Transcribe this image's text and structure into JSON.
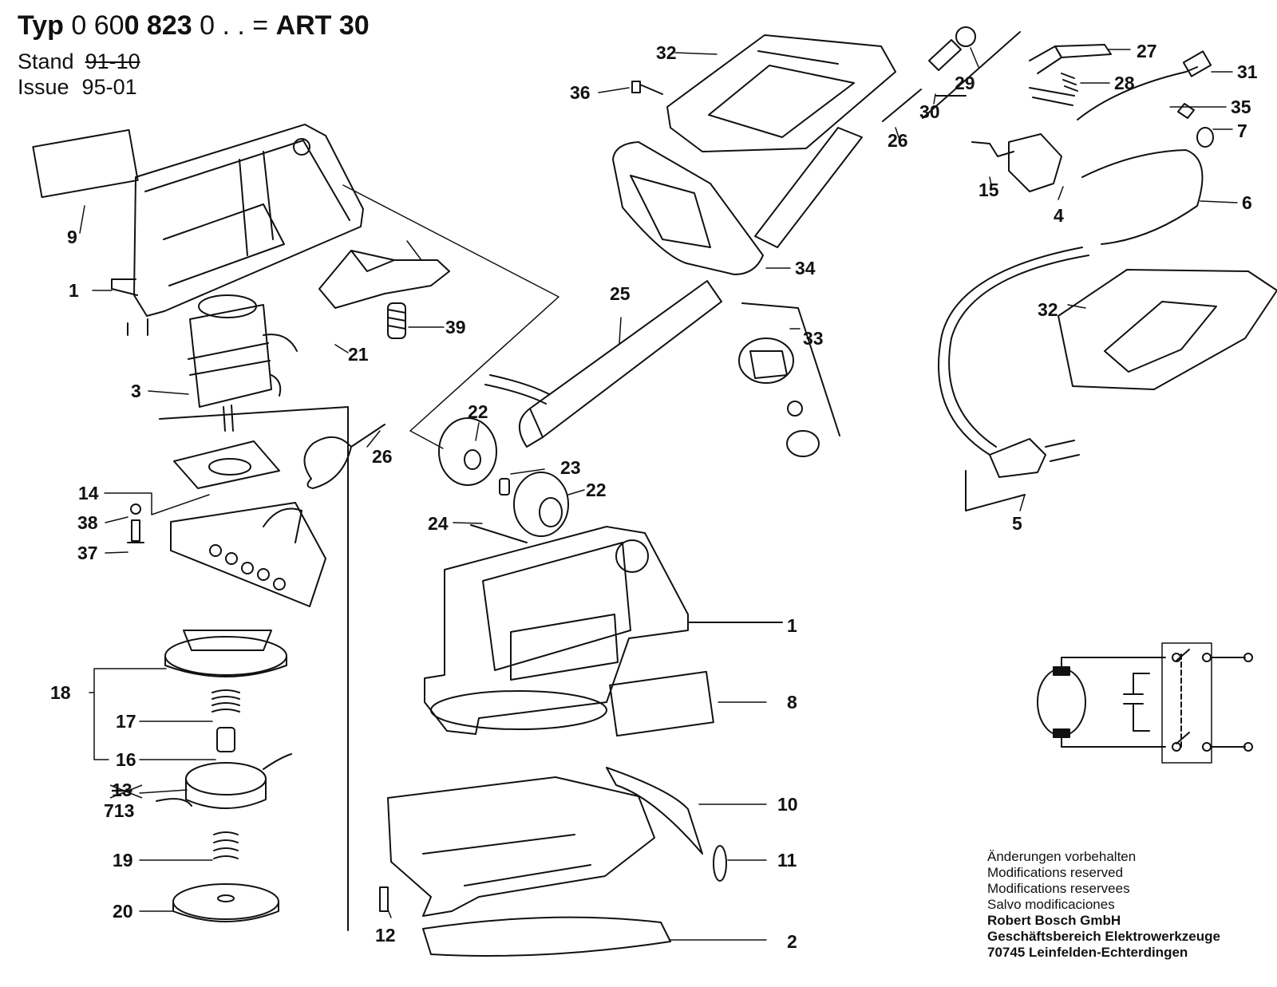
{
  "header": {
    "typ_label": "Typ",
    "typ_part1": "0 60",
    "typ_part2": "0 823",
    "typ_part3": "0 . . =",
    "model": "ART 30",
    "stand_label": "Stand",
    "stand_value": "91-10",
    "issue_label": "Issue",
    "issue_value": "95-01"
  },
  "notes": {
    "line1": "Änderungen vorbehalten",
    "line2": "Modifications reserved",
    "line3": "Modifications reservees",
    "line4": "Salvo modificaciones",
    "company1": "Robert Bosch GmbH",
    "company2": "Geschäftsbereich Elektrowerkzeuge",
    "company3": "70745 Leinfelden-Echterdingen"
  },
  "callouts": {
    "c1a": "1",
    "c1b": "1",
    "c2": "2",
    "c3": "3",
    "c4": "4",
    "c5": "5",
    "c6": "6",
    "c7": "7",
    "c8": "8",
    "c9": "9",
    "c10": "10",
    "c11": "11",
    "c12": "12",
    "c13": "13",
    "c713": "713",
    "c14": "14",
    "c15": "15",
    "c16": "16",
    "c17": "17",
    "c18": "18",
    "c19": "19",
    "c20": "20",
    "c21": "21",
    "c22a": "22",
    "c22b": "22",
    "c23": "23",
    "c24": "24",
    "c25": "25",
    "c26a": "26",
    "c26b": "26",
    "c27": "27",
    "c28": "28",
    "c29": "29",
    "c30": "30",
    "c31": "31",
    "c32a": "32",
    "c32b": "32",
    "c33": "33",
    "c34": "34",
    "c35": "35",
    "c36": "36",
    "c37": "37",
    "c38": "38",
    "c39": "39"
  }
}
